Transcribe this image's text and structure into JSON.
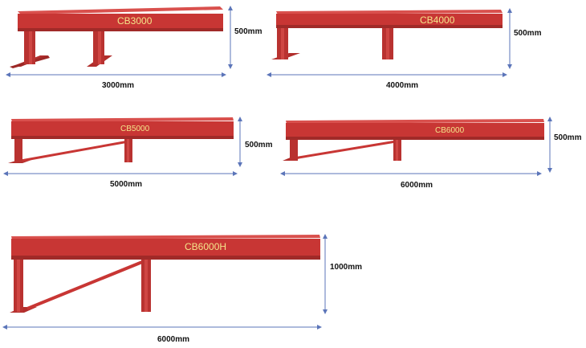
{
  "colors": {
    "steel": "#c83634",
    "steel_dark": "#a02a28",
    "steel_top": "#d9504d",
    "label": "#f4e58a",
    "dimension_line": "#5b75b9",
    "text": "#111111"
  },
  "beams": [
    {
      "label": "CB3000",
      "length": "3000mm",
      "height": "500mm"
    },
    {
      "label": "CB4000",
      "length": "4000mm",
      "height": "500mm"
    },
    {
      "label": "CB5000",
      "length": "5000mm",
      "height": "500mm"
    },
    {
      "label": "CB6000",
      "length": "6000mm",
      "height": "500mm"
    },
    {
      "label": "CB6000H",
      "length": "6000mm",
      "height": "1000mm"
    }
  ]
}
